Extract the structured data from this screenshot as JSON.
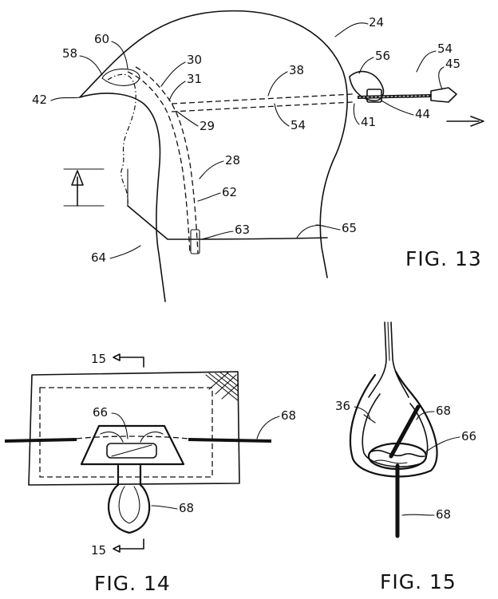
{
  "figures": [
    {
      "id": "fig13",
      "caption": "FIG. 13",
      "callouts": [
        "24",
        "54",
        "56",
        "45",
        "58",
        "60",
        "30",
        "31",
        "38",
        "42",
        "29",
        "54",
        "41",
        "44",
        "28",
        "62",
        "63",
        "65",
        "64"
      ]
    },
    {
      "id": "fig14",
      "caption": "FIG. 14",
      "callouts": [
        "66",
        "68",
        "68"
      ],
      "section_marks": [
        "15",
        "15"
      ]
    },
    {
      "id": "fig15",
      "caption": "FIG. 15",
      "callouts": [
        "36",
        "68",
        "66",
        "68"
      ]
    }
  ]
}
